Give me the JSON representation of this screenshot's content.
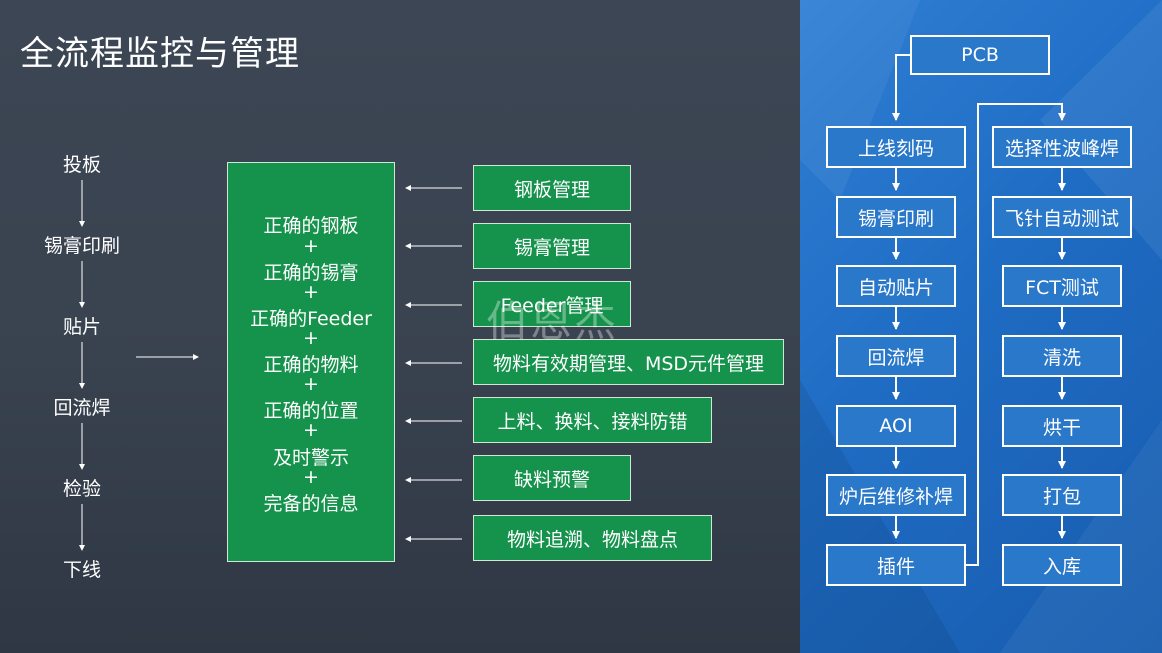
{
  "title": "全流程监控与管理",
  "left_steps": [
    "投板",
    "锡膏印刷",
    "贴片",
    "回流焊",
    "检验",
    "下线"
  ],
  "center_lines": [
    "正确的钢板",
    "+",
    "正确的锡膏",
    "+",
    "正确的Feeder",
    "+",
    "正确的物料",
    "+",
    "正确的位置",
    "+",
    "及时警示",
    "+",
    "完备的信息"
  ],
  "right_items": [
    "钢板管理",
    "锡膏管理",
    "Feeder管理",
    "物料有效期管理、MSD元件管理",
    "上料、换料、接料防错",
    "缺料预警",
    "物料追溯、物料盘点"
  ],
  "watermark": "伯恩杰",
  "flow": {
    "top": "PCB",
    "col1": [
      "上线刻码",
      "锡膏印刷",
      "自动贴片",
      "回流焊",
      "AOI",
      "炉后维修补焊",
      "插件"
    ],
    "col2": [
      "选择性波峰焊",
      "飞针自动测试",
      "FCT测试",
      "清洗",
      "烘干",
      "打包",
      "入库"
    ]
  },
  "colors": {
    "green": "#15924b",
    "blue_box": "#2a78c9",
    "dark_bg": "#3a4452"
  }
}
